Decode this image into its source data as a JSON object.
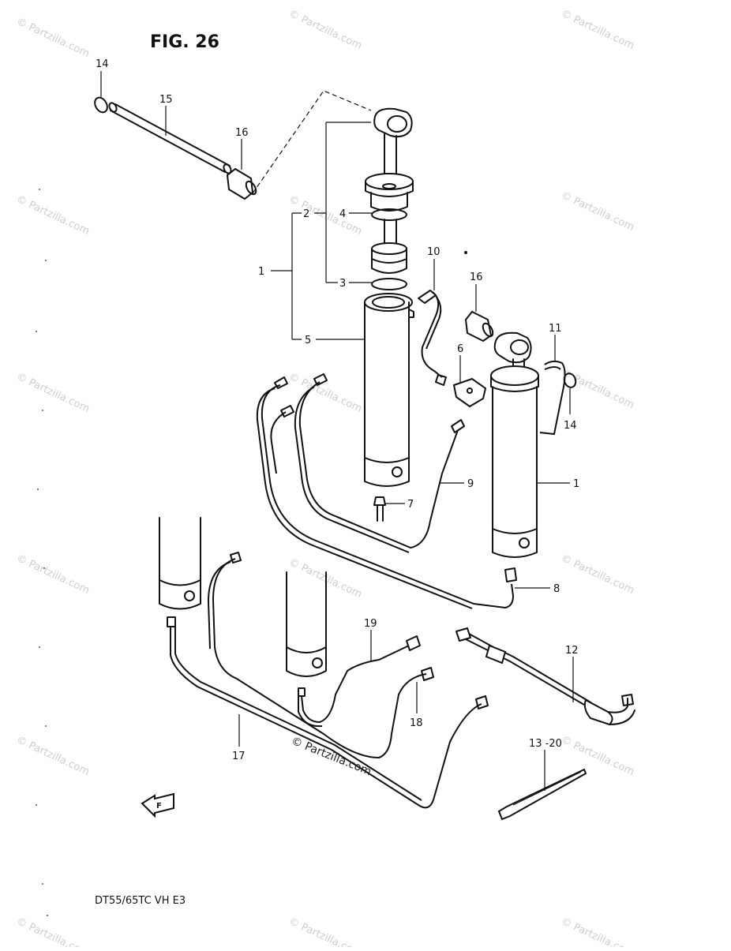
{
  "figure": {
    "title": "FIG. 26",
    "model_code": "DT55/65TC VH E3"
  },
  "callouts": [
    {
      "id": "c14a",
      "label": "14"
    },
    {
      "id": "c15",
      "label": "15"
    },
    {
      "id": "c16a",
      "label": "16"
    },
    {
      "id": "c1a",
      "label": "1"
    },
    {
      "id": "c2",
      "label": "2"
    },
    {
      "id": "c4",
      "label": "4"
    },
    {
      "id": "c3",
      "label": "3"
    },
    {
      "id": "c5",
      "label": "5"
    },
    {
      "id": "c10",
      "label": "10"
    },
    {
      "id": "c16b",
      "label": "16"
    },
    {
      "id": "c11",
      "label": "11"
    },
    {
      "id": "c6",
      "label": "6"
    },
    {
      "id": "c14b",
      "label": "14"
    },
    {
      "id": "c9",
      "label": "9"
    },
    {
      "id": "c1b",
      "label": "1"
    },
    {
      "id": "c7",
      "label": "7"
    },
    {
      "id": "c8",
      "label": "8"
    },
    {
      "id": "c12",
      "label": "12"
    },
    {
      "id": "c19",
      "label": "19"
    },
    {
      "id": "c18",
      "label": "18"
    },
    {
      "id": "c17",
      "label": "17"
    },
    {
      "id": "c13",
      "label": "13 -20"
    }
  ],
  "watermark": {
    "text": "© Partzilla.com"
  },
  "icons": {
    "forward_arrow": "front-direction-arrow-icon"
  }
}
